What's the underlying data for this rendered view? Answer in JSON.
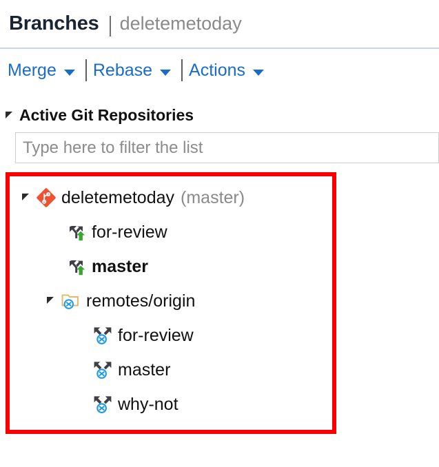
{
  "header": {
    "title": "Branches",
    "separator": "|",
    "subtitle": "deletemetoday"
  },
  "toolbar": {
    "items": [
      {
        "label": "Merge",
        "icon": "chevron-down-icon"
      },
      {
        "label": "Rebase",
        "icon": "chevron-down-icon"
      },
      {
        "label": "Actions",
        "icon": "chevron-down-icon"
      }
    ]
  },
  "section": {
    "title": "Active Git Repositories",
    "expanded": true
  },
  "filter": {
    "value": "",
    "placeholder": "Type here to filter the list"
  },
  "highlight": {
    "color": "#fb0000",
    "border_width": 6
  },
  "tree": {
    "nodes": [
      {
        "level": 0,
        "label": "deletemetoday",
        "sub": "(master)",
        "icon": "git-repository-icon",
        "expander": "expanded",
        "bold": false
      },
      {
        "level": 1,
        "label": "for-review",
        "sub": "",
        "icon": "local-branch-icon",
        "expander": "none",
        "bold": false
      },
      {
        "level": 1,
        "label": "master",
        "sub": "",
        "icon": "local-branch-icon",
        "expander": "none",
        "bold": true
      },
      {
        "level": 1,
        "label": "remotes/origin",
        "sub": "",
        "icon": "remote-folder-icon",
        "expander": "expanded",
        "bold": false
      },
      {
        "level": 2,
        "label": "for-review",
        "sub": "",
        "icon": "remote-branch-icon",
        "expander": "none",
        "bold": false
      },
      {
        "level": 2,
        "label": "master",
        "sub": "",
        "icon": "remote-branch-icon",
        "expander": "none",
        "bold": false
      },
      {
        "level": 2,
        "label": "why-not",
        "sub": "",
        "icon": "remote-branch-icon",
        "expander": "none",
        "bold": false
      }
    ]
  },
  "colors": {
    "link": "#1a6cc9",
    "git_orange": "#f05133",
    "branch_green": "#3aa435",
    "remote_blue": "#1e9ae0",
    "folder_tan": "#e8c98a",
    "title_dark": "#1b2433",
    "muted": "#8a8a8a",
    "highlight_red": "#fb0000"
  }
}
